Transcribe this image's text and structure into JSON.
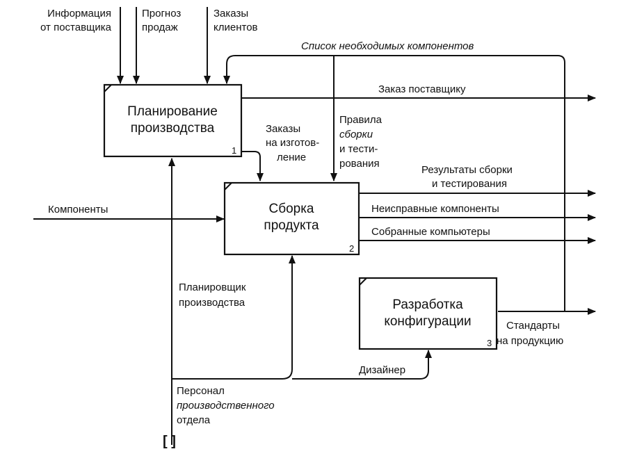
{
  "boxes": {
    "planning": {
      "line1": "Планирование",
      "line2": "производства",
      "number": "1"
    },
    "assembly": {
      "line1": "Сборка",
      "line2": "продукта",
      "number": "2"
    },
    "config": {
      "line1": "Разработка",
      "line2": "конфигурации",
      "number": "3"
    }
  },
  "inputs_top": {
    "supplier_info": {
      "line1": "Информация",
      "line2": "от поставщика"
    },
    "sales_forecast": {
      "line1": "Прогноз",
      "line2": "продаж"
    },
    "client_orders": {
      "line1": "Заказы",
      "line2": "клиентов"
    }
  },
  "labels": {
    "component_list": "Список необходимых компонентов",
    "supplier_order": "Заказ поставщику",
    "manufacture_orders": {
      "line1": "Заказы",
      "line2": "на изготов-",
      "line3": "ление"
    },
    "assembly_rules": {
      "line1": "Правила",
      "line2": "сборки",
      "line3": "и тести-",
      "line4": "рования"
    },
    "test_results": {
      "line1": "Результаты сборки",
      "line2": "и тестирования"
    },
    "faulty_components": "Неисправные компоненты",
    "assembled_computers": "Собранные компьютеры",
    "components": "Компоненты",
    "planner": {
      "line1": "Планировщик",
      "line2": "производства"
    },
    "designer": "Дизайнер",
    "standards": {
      "line1": "Стандарты",
      "line2": "на продукцию"
    },
    "personnel": {
      "line1": "Персонал",
      "line2": "производственного",
      "line3": "отдела"
    },
    "tunnel": "[ ]"
  }
}
